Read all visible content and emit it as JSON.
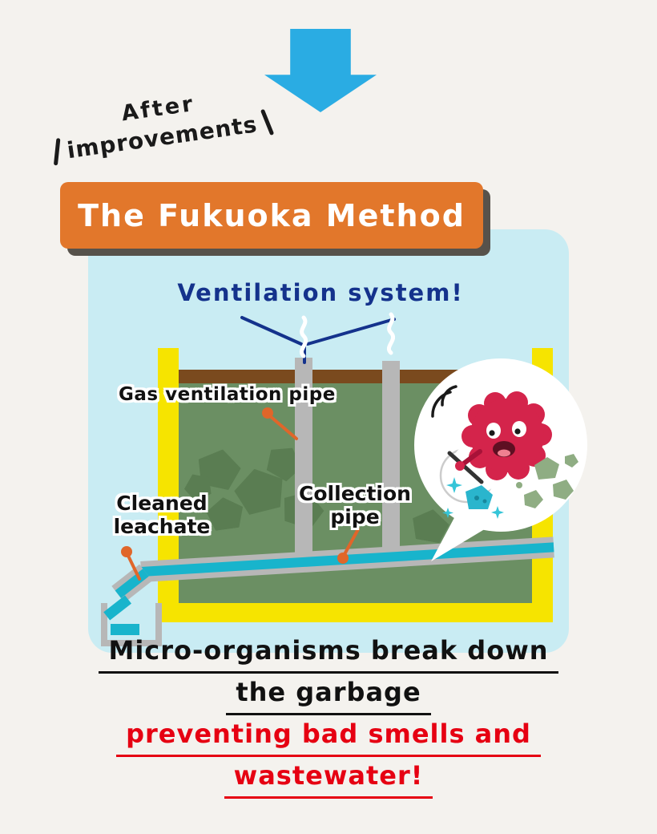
{
  "header": {
    "after": "After",
    "improvements": "improvements",
    "title": "The Fukuoka Method"
  },
  "diagram": {
    "ventilation_label": "Ventilation system!",
    "gas_pipe_label": "Gas ventilation pipe",
    "collection_pipe": {
      "line1": "Collection",
      "line2": "pipe"
    },
    "cleaned_leachate": {
      "line1": "Cleaned",
      "line2": "leachate"
    }
  },
  "caption": {
    "line1": "Micro-organisms break down",
    "line2": "the garbage",
    "line3": "preventing bad smells and",
    "line4": "wastewater!"
  },
  "colors": {
    "page_background": "#f4f2ee",
    "arrow_blue": "#2aace3",
    "banner_orange": "#e2772b",
    "banner_shadow": "#57524b",
    "banner_text": "#ffffff",
    "panel_blue": "#c9ecf3",
    "ventilation_text": "#14328c",
    "wall_yellow": "#f6e400",
    "landfill_green": "#6b8f63",
    "garbage_green": "#5a7d52",
    "soil_brown": "#7a4a1e",
    "pipe_gray": "#b7b7b7",
    "water_teal": "#18b4cc",
    "pointer_orange": "#e0662a",
    "microbe_red": "#d4244b",
    "bubble_chunk_green": "#8fad83",
    "sparkle_teal": "#35c5d8",
    "caption_black": "#111111",
    "caption_red": "#e60012"
  }
}
